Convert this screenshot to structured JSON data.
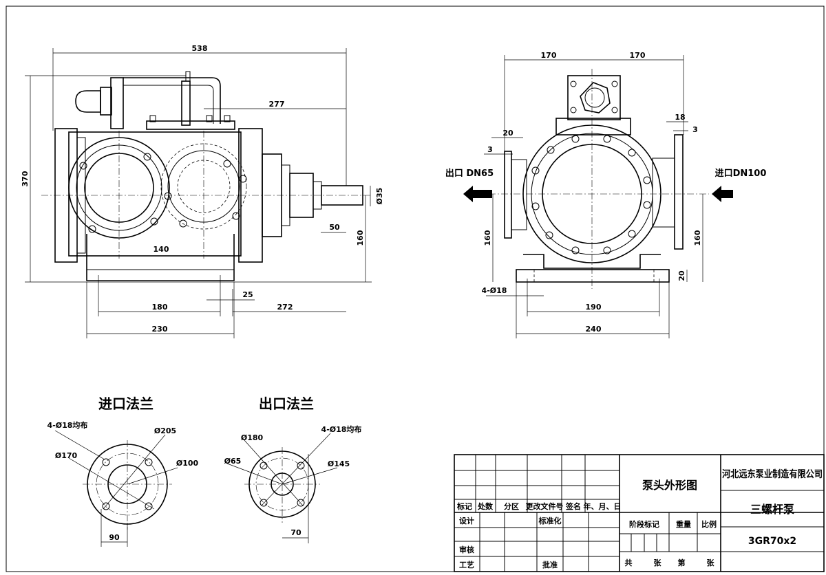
{
  "front_view": {
    "dims": {
      "overall_length": "538",
      "offset_277": "277",
      "height": "370",
      "shaft_dia": "Ø35",
      "shaft_len": "50",
      "shaft_height": "160",
      "center_dist": "140",
      "d180": "180",
      "d25": "25",
      "d272": "272",
      "d230": "230"
    }
  },
  "side_view": {
    "dims": {
      "left_170": "170",
      "right_170": "170",
      "flange_20": "20",
      "gap_3_left": "3",
      "flange_18": "18",
      "gap_3_right": "3",
      "height_160_left": "160",
      "height_160_right": "160",
      "foot_20": "20",
      "holes": "4-Ø18",
      "d190": "190",
      "d240": "240"
    },
    "outlet_label": "出口 DN65",
    "inlet_label": "进口DN100"
  },
  "inlet_flange": {
    "title": "进口法兰",
    "holes": "4-Ø18均布",
    "d205": "Ø205",
    "d170": "Ø170",
    "d100": "Ø100",
    "d90": "90"
  },
  "outlet_flange": {
    "title": "出口法兰",
    "d180": "Ø180",
    "holes": "4-Ø18均布",
    "d65": "Ø65",
    "d145": "Ø145",
    "d70": "70"
  },
  "title_block": {
    "drawing_title": "泵头外形图",
    "company": "河北远东泵业制造有限公司",
    "product": "三螺杆泵",
    "model": "3GR70x2",
    "mark": "标记",
    "count": "处数",
    "zone": "分区",
    "change_doc": "更改文件号",
    "sign": "签名",
    "date": "年、月、日",
    "design": "设计",
    "standard": "标准化",
    "stage_mark": "阶段标记",
    "weight": "重量",
    "scale": "比例",
    "review": "审核",
    "process": "工艺",
    "approve": "批准",
    "total": "共",
    "sheets": "张",
    "page": "第",
    "sheet": "张"
  }
}
